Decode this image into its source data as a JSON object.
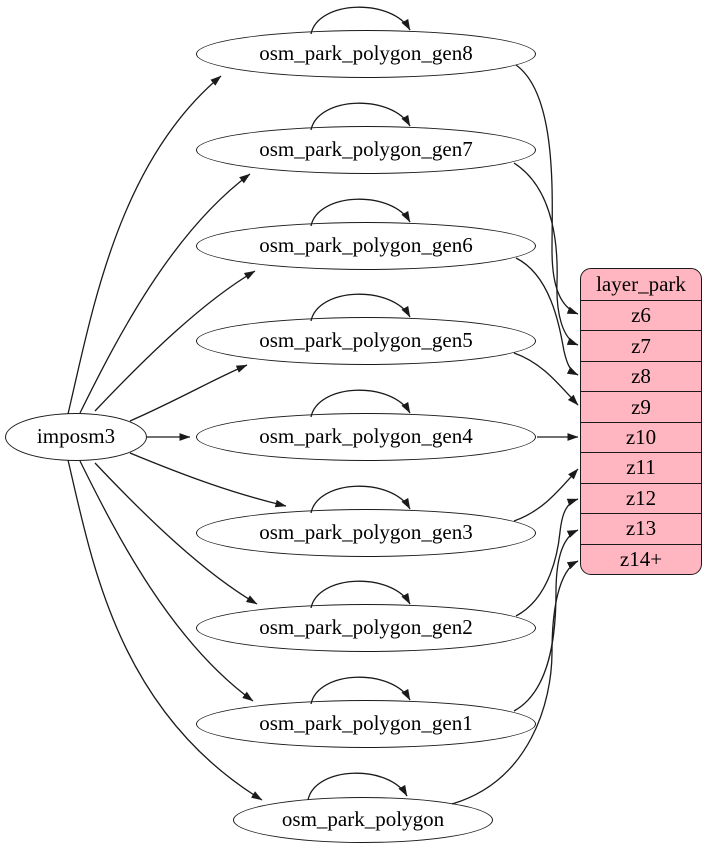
{
  "diagram": {
    "background": "#ffffff",
    "node_fill": "#ffffff",
    "node_border": "#1a1a1a",
    "edge_color": "#1a1a1a",
    "source_node": {
      "id": "imposm3",
      "label": "imposm3"
    },
    "tables": [
      {
        "id": "osm_park_polygon_gen8",
        "label": "osm_park_polygon_gen8"
      },
      {
        "id": "osm_park_polygon_gen7",
        "label": "osm_park_polygon_gen7"
      },
      {
        "id": "osm_park_polygon_gen6",
        "label": "osm_park_polygon_gen6"
      },
      {
        "id": "osm_park_polygon_gen5",
        "label": "osm_park_polygon_gen5"
      },
      {
        "id": "osm_park_polygon_gen4",
        "label": "osm_park_polygon_gen4"
      },
      {
        "id": "osm_park_polygon_gen3",
        "label": "osm_park_polygon_gen3"
      },
      {
        "id": "osm_park_polygon_gen2",
        "label": "osm_park_polygon_gen2"
      },
      {
        "id": "osm_park_polygon_gen1",
        "label": "osm_park_polygon_gen1"
      },
      {
        "id": "osm_park_polygon",
        "label": "osm_park_polygon"
      }
    ],
    "layer": {
      "id": "layer_park",
      "title": "layer_park",
      "rows": [
        "z6",
        "z7",
        "z8",
        "z9",
        "z10",
        "z11",
        "z12",
        "z13",
        "z14+"
      ],
      "fill": "#ffb6c1",
      "border_color": "#1a1a1a"
    },
    "edges": [
      {
        "from": "imposm3",
        "to": "osm_park_polygon_gen8"
      },
      {
        "from": "imposm3",
        "to": "osm_park_polygon_gen7"
      },
      {
        "from": "imposm3",
        "to": "osm_park_polygon_gen6"
      },
      {
        "from": "imposm3",
        "to": "osm_park_polygon_gen5"
      },
      {
        "from": "imposm3",
        "to": "osm_park_polygon_gen4"
      },
      {
        "from": "imposm3",
        "to": "osm_park_polygon_gen3"
      },
      {
        "from": "imposm3",
        "to": "osm_park_polygon_gen2"
      },
      {
        "from": "imposm3",
        "to": "osm_park_polygon_gen1"
      },
      {
        "from": "imposm3",
        "to": "osm_park_polygon"
      },
      {
        "from": "osm_park_polygon_gen8",
        "to": "osm_park_polygon_gen8"
      },
      {
        "from": "osm_park_polygon_gen7",
        "to": "osm_park_polygon_gen7"
      },
      {
        "from": "osm_park_polygon_gen6",
        "to": "osm_park_polygon_gen6"
      },
      {
        "from": "osm_park_polygon_gen5",
        "to": "osm_park_polygon_gen5"
      },
      {
        "from": "osm_park_polygon_gen4",
        "to": "osm_park_polygon_gen4"
      },
      {
        "from": "osm_park_polygon_gen3",
        "to": "osm_park_polygon_gen3"
      },
      {
        "from": "osm_park_polygon_gen2",
        "to": "osm_park_polygon_gen2"
      },
      {
        "from": "osm_park_polygon_gen1",
        "to": "osm_park_polygon_gen1"
      },
      {
        "from": "osm_park_polygon",
        "to": "osm_park_polygon"
      },
      {
        "from": "osm_park_polygon_gen8",
        "to": "layer_park.z6"
      },
      {
        "from": "osm_park_polygon_gen7",
        "to": "layer_park.z7"
      },
      {
        "from": "osm_park_polygon_gen6",
        "to": "layer_park.z8"
      },
      {
        "from": "osm_park_polygon_gen5",
        "to": "layer_park.z9"
      },
      {
        "from": "osm_park_polygon_gen4",
        "to": "layer_park.z10"
      },
      {
        "from": "osm_park_polygon_gen3",
        "to": "layer_park.z11"
      },
      {
        "from": "osm_park_polygon_gen2",
        "to": "layer_park.z12"
      },
      {
        "from": "osm_park_polygon_gen1",
        "to": "layer_park.z13"
      },
      {
        "from": "osm_park_polygon",
        "to": "layer_park.z14+"
      }
    ]
  }
}
